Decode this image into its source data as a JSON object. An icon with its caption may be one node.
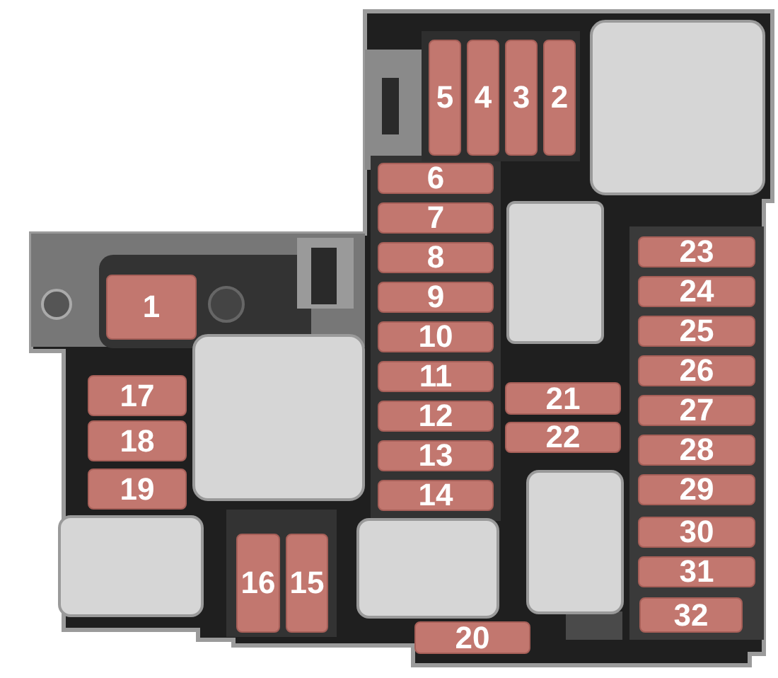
{
  "diagram": {
    "nodes": [
      {
        "text": [
          "1"
        ]
      },
      {
        "text": [
          "2"
        ]
      },
      {
        "text": [
          "3"
        ]
      },
      {
        "text": [
          "4"
        ]
      },
      {
        "text": [
          "5"
        ]
      },
      {
        "text": [
          "6"
        ]
      },
      {
        "text": [
          "7"
        ]
      },
      {
        "text": [
          "8"
        ]
      },
      {
        "text": [
          "9"
        ]
      },
      {
        "text": [
          "10"
        ]
      },
      {
        "text": [
          "11"
        ]
      },
      {
        "text": [
          "12"
        ]
      },
      {
        "text": [
          "13"
        ]
      },
      {
        "text": [
          "14"
        ]
      },
      {
        "text": [
          "15"
        ]
      },
      {
        "text": [
          "16"
        ]
      },
      {
        "text": [
          "17"
        ]
      },
      {
        "text": [
          "18"
        ]
      },
      {
        "text": [
          "19"
        ]
      },
      {
        "text": [
          "20"
        ]
      },
      {
        "text": [
          "21"
        ]
      },
      {
        "text": [
          "22"
        ]
      },
      {
        "text": [
          "23"
        ]
      },
      {
        "text": [
          "24"
        ]
      },
      {
        "text": [
          "25"
        ]
      },
      {
        "text": [
          "26"
        ]
      },
      {
        "text": [
          "27"
        ]
      },
      {
        "text": [
          "28"
        ]
      },
      {
        "text": [
          "29"
        ]
      },
      {
        "text": [
          "30"
        ]
      },
      {
        "text": [
          "31"
        ]
      },
      {
        "text": [
          "32"
        ]
      }
    ]
  }
}
